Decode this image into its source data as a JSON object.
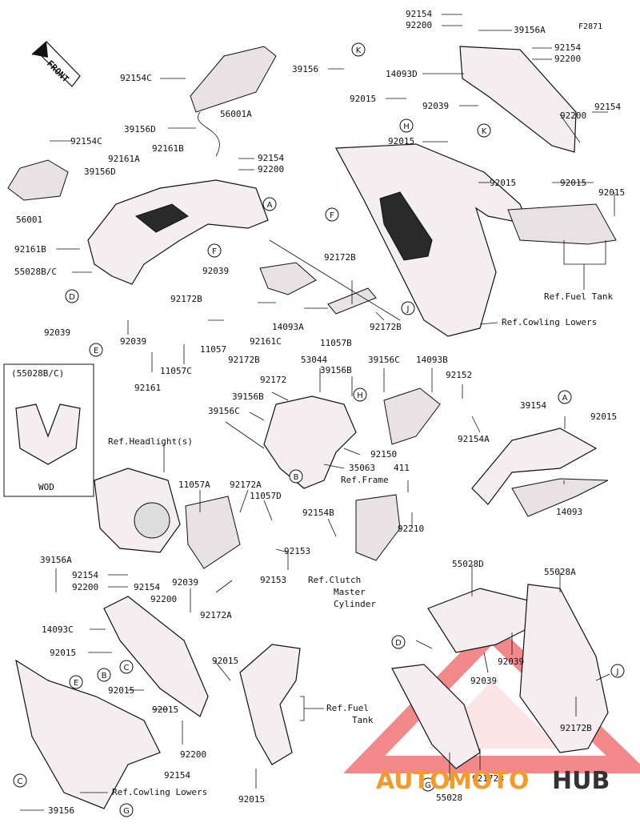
{
  "figure_code": "F2871",
  "front_marker": "FRONT",
  "wod_box": {
    "title": "(55028B/C)",
    "caption": "WOD"
  },
  "labels": {
    "p92154_a": "92154",
    "p92200_a": "92200",
    "p39156A_a": "39156A",
    "p92154_b": "92154",
    "p92200_b": "92200",
    "p39156": "39156",
    "p14093D": "14093D",
    "p92015_a": "92015",
    "p92039_a": "92039",
    "p92154_c": "92154",
    "p92200_c": "92200",
    "p92015_b": "92015",
    "p92015_c": "92015",
    "p92015_d": "92015",
    "p92015_e": "92015",
    "ref_fuel_tank_top": "Ref.Fuel Tank",
    "ref_cowling_lowers_top": "Ref.Cowling Lowers",
    "p92154C_a": "92154C",
    "p56001A": "56001A",
    "p39156D_a": "39156D",
    "p92154C_b": "92154C",
    "p92161A": "92161A",
    "p92161B_a": "92161B",
    "p39156D_b": "39156D",
    "p92154_d": "92154",
    "p92200_d": "92200",
    "p56001": "56001",
    "p92161B_b": "92161B",
    "p55028BC": "55028B/C",
    "p92039_b": "92039",
    "p92172B_a": "92172B",
    "p92172B_b": "92172B",
    "p92039_c": "92039",
    "p92039_d": "92039",
    "p11057": "11057",
    "p92161C": "92161C",
    "p14093A": "14093A",
    "p11057B": "11057B",
    "p92172B_c": "92172B",
    "p11057C": "11057C",
    "p92161": "92161",
    "p53044": "53044",
    "p39156B_a": "39156B",
    "p39156C_a": "39156C",
    "p14093B": "14093B",
    "p92172": "92172",
    "p92152": "92152",
    "p39156B_b": "39156B",
    "p39156C_b": "39156C",
    "p92154A": "92154A",
    "p92150": "92150",
    "p35063": "35063",
    "p411": "411",
    "ref_frame": "Ref.Frame",
    "ref_headlights": "Ref.Headlight(s)",
    "p11057A": "11057A",
    "p92172A_a": "92172A",
    "p11057D": "11057D",
    "p92154B": "92154B",
    "p92210": "92210",
    "p92153_a": "92153",
    "p92153_b": "92153",
    "ref_clutch": "Ref.Clutch",
    "ref_clutch_2": "Master",
    "ref_clutch_3": "Cylinder",
    "p92039_e": "92039",
    "p92172A_b": "92172A",
    "p39154": "39154",
    "p92015_f": "92015",
    "p14093": "14093",
    "p39156A_b": "39156A",
    "p92154_e": "92154",
    "p92200_e": "92200",
    "p92154_f": "92154",
    "p92200_f": "92200",
    "p14093C": "14093C",
    "p92015_g": "92015",
    "p92015_h": "92015",
    "p92015_i": "92015",
    "p92015_j": "92015",
    "p92200_g": "92200",
    "p92154_g": "92154",
    "p92015_k": "92015",
    "ref_fuel_tank_bottom": "Ref.Fuel",
    "ref_fuel_tank_bottom_2": "Tank",
    "ref_cowling_lowers_bottom": "Ref.Cowling Lowers",
    "p39156_b": "39156",
    "p55028D": "55028D",
    "p55028A": "55028A",
    "p92039_f": "92039",
    "p92039_g": "92039",
    "p92172B_d": "92172B",
    "p92172B_e": "92172B",
    "p55028": "55028"
  },
  "callouts": [
    "K",
    "H",
    "K",
    "F",
    "J",
    "A",
    "F",
    "D",
    "E",
    "H",
    "B",
    "A",
    "B",
    "C",
    "E",
    "C",
    "D",
    "J",
    "G",
    "G"
  ],
  "watermark": {
    "part1": "AUTO",
    "part2": "MOTO",
    "part3": "HUB",
    "color_red": "#e8272a",
    "color_orange": "#f39a2a",
    "color_dark": "#333333"
  }
}
